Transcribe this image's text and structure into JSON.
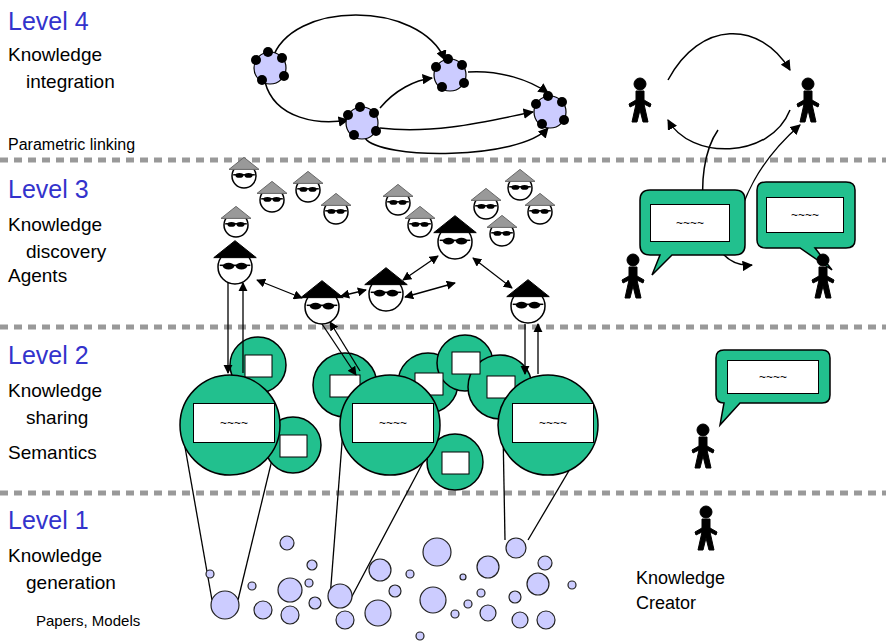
{
  "diagram": {
    "nodes": [
      {
        "text": [
          "~~~~"
        ]
      },
      {
        "text": [
          "~~~~"
        ]
      },
      {
        "text": [
          "~~~~"
        ]
      },
      {
        "text": [
          "~~~~"
        ]
      },
      {
        "text": [
          "~~~~"
        ]
      },
      {
        "text": [
          "~~~~"
        ]
      }
    ],
    "labels": [
      "Level 4",
      "Knowledge integration",
      "Parametric linking",
      "Level 3",
      "Knowledge discovery",
      "Agents",
      "Level 2",
      "Knowledge sharing",
      "Semantics",
      "Level 1",
      "Knowledge generation",
      "Papers, Models",
      "Knowledge Creator"
    ]
  }
}
